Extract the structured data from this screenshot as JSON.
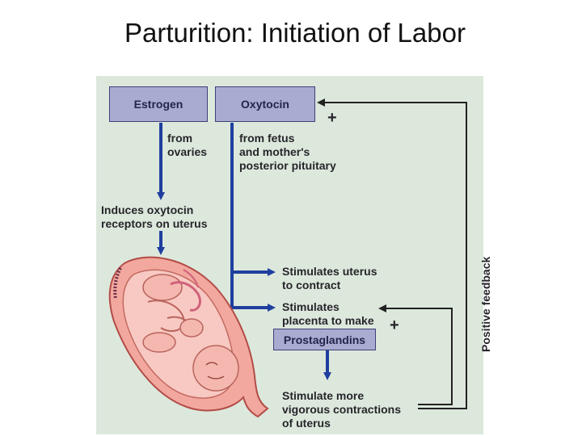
{
  "title": "Parturition: Initiation of Labor",
  "diagram": {
    "boxes": {
      "estrogen": "Estrogen",
      "oxytocin": "Oxytocin",
      "prostaglandins": "Prostaglandins"
    },
    "labels": {
      "from_ovaries": "from\novaries",
      "from_fetus": "from fetus\nand mother's\nposterior pituitary",
      "induces_receptors": "Induces oxytocin\nreceptors on uterus",
      "stimulates_uterus": "Stimulates uterus\nto contract",
      "stimulates_placenta": "Stimulates\nplacenta to make",
      "stimulate_more": "Stimulate more\nvigorous contractions\nof uterus",
      "positive_feedback": "Positive feedback",
      "plus_top": "+",
      "plus_bottom": "+"
    }
  },
  "colors": {
    "panel_bg": "#dde8dc",
    "box_fill": "#a9acd0",
    "box_border": "#3d3f7a",
    "blue_arrow": "#1f3f9e",
    "feedback_arrow": "#222222",
    "uterus_fill": "#f2a89e",
    "fetus_fill": "#f7c9c2"
  }
}
